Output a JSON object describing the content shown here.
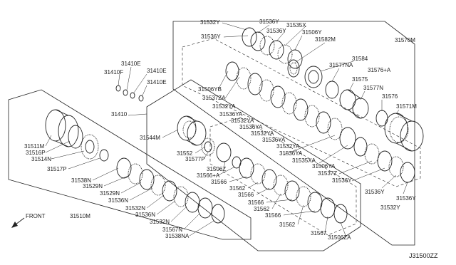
{
  "diagram_code": "J31500ZZ",
  "front_label": "FRONT",
  "part_labels": {
    "p31532Y_top": "31532Y",
    "p31536Y_a": "31536Y",
    "p31535X": "31535X",
    "p31536Y_b": "31536Y",
    "p31536Y_c": "31536Y",
    "p31506Y": "31506Y",
    "p31582M": "31582M",
    "p31570M": "31570M",
    "p31584": "31584",
    "p31577NA": "31577NA",
    "p31576A": "31576+A",
    "p31575": "31575",
    "p31577N": "31577N",
    "p31576": "31576",
    "p31571M": "31571M",
    "p31506YB": "31506YB",
    "p31537ZA": "31537ZA",
    "p31532YA_1": "31532YA",
    "p31536YA_1": "31536YA",
    "p31532YA_2": "31532YA",
    "p31536YA_2": "31536YA",
    "p31532YA_3": "31532YA",
    "p31536YA_3": "31536YA",
    "p31532YA_4": "31532YA",
    "p31536YA_4": "31536YA",
    "p31535XA": "31535XA",
    "p31506YA": "31506YA",
    "p31537Z": "31537Z",
    "p31536Y_d": "31536Y",
    "p31536Y_e": "31536Y",
    "p31536Y_f": "31536Y",
    "p31532Y_bottom": "31532Y",
    "p31410F": "31410F",
    "p31410E_1": "31410E",
    "p31410E_2": "31410E",
    "p31410E_3": "31410E",
    "p31410": "31410",
    "p31544M": "31544M",
    "p31552": "31552",
    "p31577P": "31577P",
    "p31506Z": "31506Z",
    "p31566A": "31566+A",
    "p31566_1": "31566",
    "p31562_1": "31562",
    "p31566_2": "31566",
    "p31566_3": "31566",
    "p31562_2": "31562",
    "p31566_4": "31566",
    "p31562_3": "31562",
    "p31567": "31567",
    "p31506ZA": "31506ZA",
    "p31511M": "31511M",
    "p31516P": "31516P",
    "p31514N": "31514N",
    "p31517P": "31517P",
    "p31538N": "31538N",
    "p31529N_1": "31529N",
    "p31529N_2": "31529N",
    "p31536N_1": "31536N",
    "p31532N_1": "31532N",
    "p31536N_2": "31536N",
    "p31532N_2": "31532N",
    "p31567N": "31567N",
    "p31538NA": "31538NA",
    "p31510M": "31510M"
  }
}
